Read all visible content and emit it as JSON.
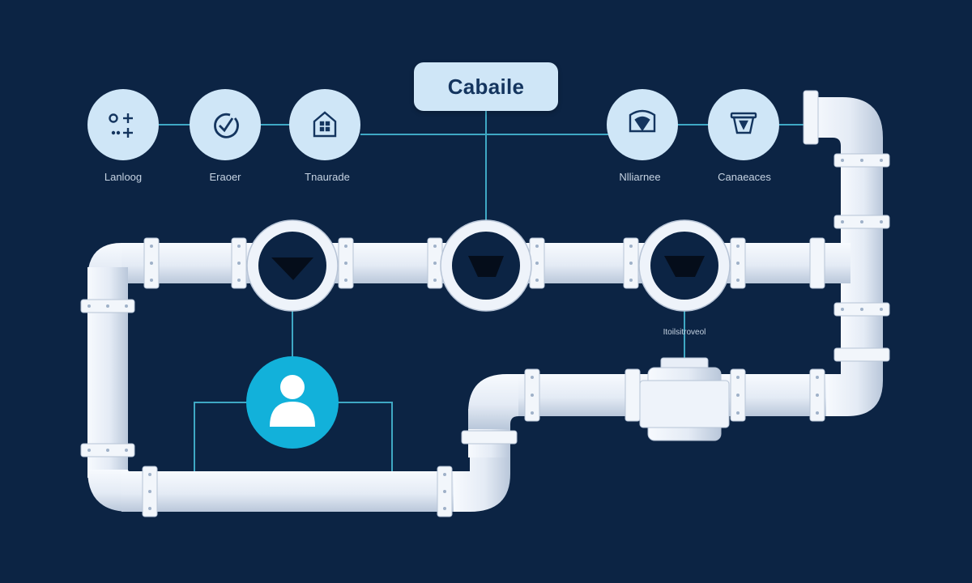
{
  "title": "Cabaile",
  "stages": [
    {
      "label": "Lanloog",
      "icon": "dots-plus-icon"
    },
    {
      "label": "Eraoer",
      "icon": "check-circle-icon"
    },
    {
      "label": "Tnaurade",
      "icon": "building-icon"
    },
    {
      "label": "Nlliarnee",
      "icon": "shield-pin-icon"
    },
    {
      "label": "Canaeaces",
      "icon": "container-icon"
    }
  ],
  "pipe_caption": "Itoilsitroveol",
  "user_node": {
    "icon": "user-icon",
    "accent": "#12b1da"
  },
  "colors": {
    "background": "#0c2444",
    "node_fill": "#cfe6f7",
    "node_icon": "#14355f",
    "pipe": "#e7eef8",
    "connector": "#3fa8c4",
    "accent": "#12b1da"
  }
}
